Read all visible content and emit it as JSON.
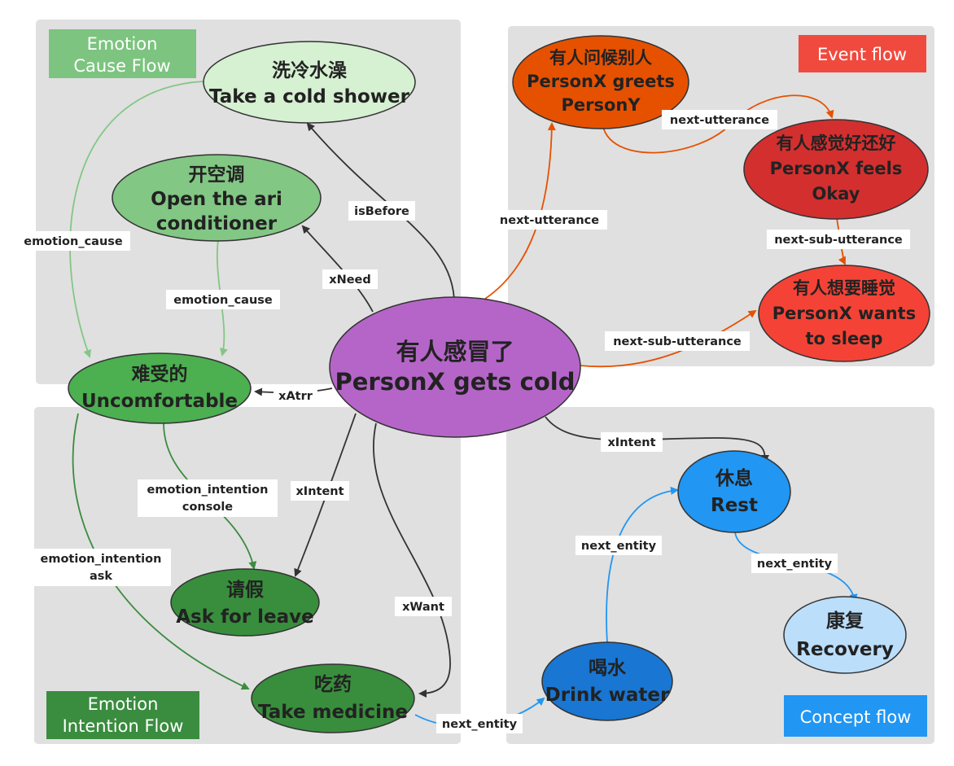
{
  "panels": {
    "emotion_cause": {
      "title_line1": "Emotion",
      "title_line2": "Cause Flow",
      "color": "#7cc47f"
    },
    "event": {
      "title": "Event flow",
      "color": "#f04a3e"
    },
    "emotion_intention": {
      "title_line1": "Emotion",
      "title_line2": "Intention Flow",
      "color": "#3a8c3f"
    },
    "concept": {
      "title": "Concept flow",
      "color": "#2196f3"
    }
  },
  "nodes": {
    "center": {
      "zh": "有人感冒了",
      "en": "PersonX gets cold",
      "color": "#b565c8"
    },
    "cold_shower": {
      "zh": "洗冷水澡",
      "en": "Take a cold shower",
      "color": "#d6f0d2"
    },
    "aircon": {
      "zh": "开空调",
      "en1": "Open the ari",
      "en2": "conditioner",
      "color": "#82c784"
    },
    "uncomfortable": {
      "zh": "难受的",
      "en": "Uncomfortable",
      "color": "#4caf50"
    },
    "leave": {
      "zh": "请假",
      "en": "Ask for leave",
      "color": "#388e3c"
    },
    "medicine": {
      "zh": "吃药",
      "en": "Take medicine",
      "color": "#388e3c"
    },
    "greets": {
      "zh": "有人问候别人",
      "en1": "PersonX greets",
      "en2": "PersonY",
      "color": "#e65100"
    },
    "okay": {
      "zh": "有人感觉好还好",
      "en1": "PersonX feels",
      "en2": "Okay",
      "color": "#d32f2f"
    },
    "sleep": {
      "zh": "有人想要睡觉",
      "en1": "PersonX wants",
      "en2": "to sleep",
      "color": "#f44336"
    },
    "rest": {
      "zh": "休息",
      "en": "Rest",
      "color": "#2196f3"
    },
    "water": {
      "zh": "喝水",
      "en": "Drink water",
      "color": "#1976d2"
    },
    "recovery": {
      "zh": "康复",
      "en": "Recovery",
      "color": "#bbdefb"
    }
  },
  "edges": {
    "isBefore": "isBefore",
    "xNeed": "xNeed",
    "xAtrr": "xAtrr",
    "xIntent_leave": "xIntent",
    "xWant": "xWant",
    "xIntent_rest": "xIntent",
    "next_utterance_1": "next-utterance",
    "next_utterance_2": "next-utterance",
    "next_sub_utterance_1": "next-sub-utterance",
    "next_sub_utterance_2": "next-sub-utterance",
    "emotion_cause_1": "emotion_cause",
    "emotion_cause_2": "emotion_cause",
    "emotion_intention_console_1": "emotion_intention",
    "emotion_intention_console_2": "console",
    "emotion_intention_ask_1": "emotion_intention",
    "emotion_intention_ask_2": "ask",
    "next_entity_1": "next_entity",
    "next_entity_2": "next_entity",
    "next_entity_3": "next_entity"
  },
  "edge_colors": {
    "dark": "#333333",
    "event": "#e65100",
    "cause": "#82c784",
    "intention": "#3a8c3f",
    "concept": "#2196f3"
  }
}
